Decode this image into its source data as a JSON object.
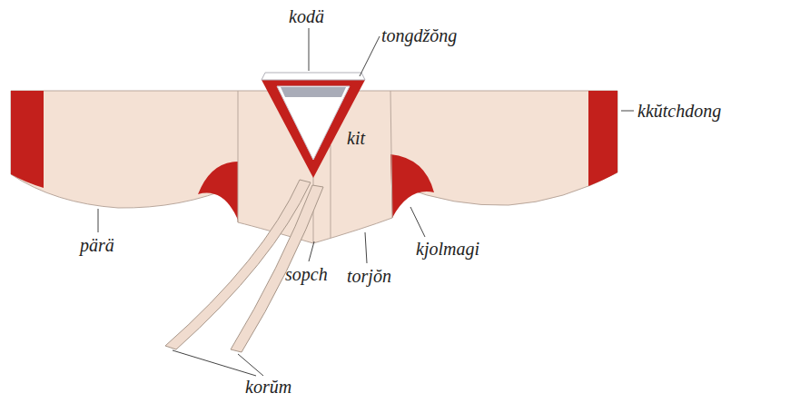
{
  "diagram": {
    "labels": [
      "kodä",
      "tongdžŏng",
      "kit",
      "kkŭtchdong",
      "pärä",
      "kjolmagi",
      "sopch",
      "torjŏn",
      "korŭm"
    ]
  }
}
